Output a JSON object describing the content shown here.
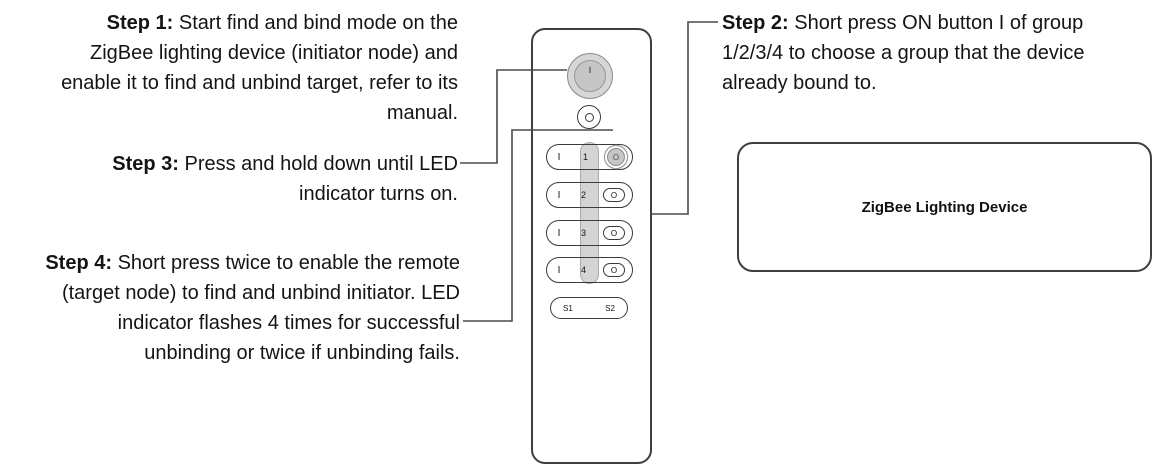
{
  "steps": {
    "step1": {
      "label": "Step 1:",
      "text": "Start find and bind mode on the ZigBee lighting device (initiator node) and enable it to find and unbind target, refer to its manual."
    },
    "step2": {
      "label": "Step 2:",
      "text": "Short press ON button I of group 1/2/3/4 to choose a group that the device already bound to."
    },
    "step3": {
      "label": "Step 3:",
      "text": "Press and hold down until LED indicator turns on."
    },
    "step4": {
      "label": "Step 4:",
      "text": "Short press twice to enable the remote (target node) to find and unbind initiator. LED indicator flashes 4 times for successful unbinding or twice if unbinding fails."
    }
  },
  "remote": {
    "power_button": {
      "label": "I"
    },
    "groups": [
      {
        "on_label": "I",
        "number": "1",
        "off_label": "O",
        "highlighted": true
      },
      {
        "on_label": "I",
        "number": "2",
        "off_label": "O",
        "highlighted": false
      },
      {
        "on_label": "I",
        "number": "3",
        "off_label": "O",
        "highlighted": false
      },
      {
        "on_label": "I",
        "number": "4",
        "off_label": "O",
        "highlighted": false
      }
    ],
    "scene_buttons": {
      "s1": "S1",
      "s2": "S2"
    }
  },
  "device_box": {
    "label": "ZigBee Lighting Device"
  },
  "colors": {
    "line": "#4a4a4a",
    "text": "#141414",
    "button_fill": "#c6c6c6",
    "band_fill": "#d4d4d4"
  }
}
